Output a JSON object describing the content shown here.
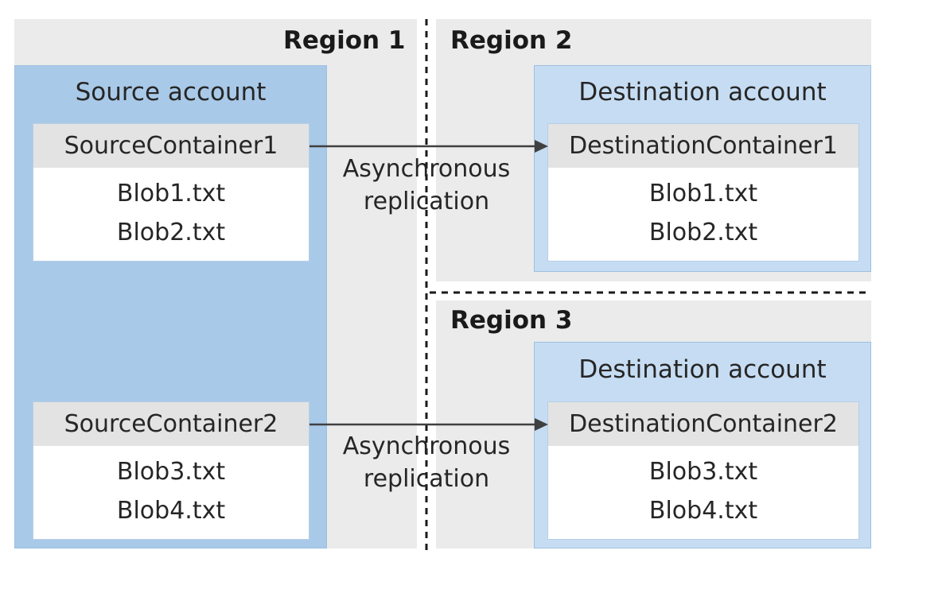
{
  "regions": {
    "region1": {
      "title": "Region 1"
    },
    "region2": {
      "title": "Region 2"
    },
    "region3": {
      "title": "Region 3"
    }
  },
  "source_account": {
    "title": "Source account",
    "containers": [
      {
        "name": "SourceContainer1",
        "blobs": [
          "Blob1.txt",
          "Blob2.txt"
        ]
      },
      {
        "name": "SourceContainer2",
        "blobs": [
          "Blob3.txt",
          "Blob4.txt"
        ]
      }
    ]
  },
  "destination_accounts": [
    {
      "title": "Destination account",
      "container": {
        "name": "DestinationContainer1",
        "blobs": [
          "Blob1.txt",
          "Blob2.txt"
        ]
      }
    },
    {
      "title": "Destination account",
      "container": {
        "name": "DestinationContainer2",
        "blobs": [
          "Blob3.txt",
          "Blob4.txt"
        ]
      }
    }
  ],
  "replication_labels": [
    {
      "line1": "Asynchronous",
      "line2": "replication"
    },
    {
      "line1": "Asynchronous",
      "line2": "replication"
    }
  ],
  "colors": {
    "region_background": "#ebebeb",
    "source_account": "#a9c9e8",
    "destination_account": "#c6dcf2",
    "container_header": "#e3e3e3",
    "arrow": "#404040"
  }
}
